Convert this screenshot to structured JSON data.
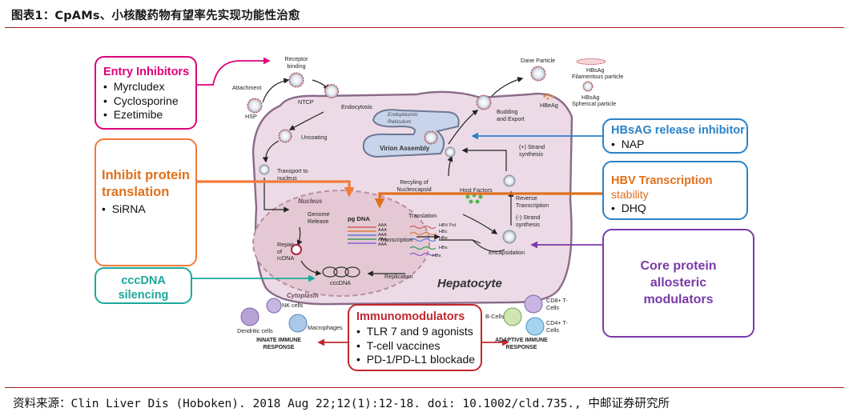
{
  "title": "图表1：CpAMs、小核酸药物有望率先实现功能性治愈",
  "source": "资料来源：Clin Liver Dis (Hoboken). 2018 Aug 22;12(1):12-18. doi: 10.1002/cld.735., 中邮证券研究所",
  "boxes": {
    "entry": {
      "heading": "Entry Inhibitors",
      "items": [
        "Myrcludex",
        "Cyclosporine",
        "Ezetimibe"
      ]
    },
    "translation": {
      "heading": "Inhibit protein translation",
      "items": [
        "SiRNA"
      ]
    },
    "cccdna": {
      "heading": "cccDNA silencing"
    },
    "release": {
      "heading": "HBsAG release inhibitor",
      "items": [
        "NAP"
      ]
    },
    "transcription": {
      "heading": "HBV Transcription",
      "sub": "stability",
      "items": [
        "DHQ"
      ]
    },
    "core": {
      "heading": "Core protein allosteric modulators"
    },
    "immuno": {
      "heading": "Immunomodulators",
      "items": [
        "TLR 7 and 9 agonists",
        "T-cell vaccines",
        "PD-1/PD-L1 blockade"
      ]
    }
  },
  "labels": {
    "receptor_binding": "Receptor binding",
    "attachment": "Attachment",
    "ntcp": "NTCP",
    "hsp": "HSP",
    "endocytosis": "Endocytosis",
    "uncoating": "Uncoating",
    "transport": "Transport to nucleus",
    "nucleus": "Nucleus",
    "genome_release": "Genome Release",
    "repair": "Repair of rcDNA",
    "cccdna": "cccDNA",
    "cytoplasm": "Cytoplasm",
    "hepatocyte": "Hepatocyte",
    "er": "Endoplasmic Reticulum",
    "virion_assembly": "Virion Assembly",
    "recycling": "Recyling of Nucleocapsid",
    "host_factors": "Host Factors",
    "pgdna": "pg DNA",
    "translation": "Translation",
    "transcription": "Transcription",
    "hbv_pol": "HBV Pol",
    "hbc": "HBc",
    "hbe": "HBe",
    "hbs": "HBs",
    "hbx": "HBx",
    "replication": "Replication",
    "encapsidation": "Encapsidation",
    "plus_strand": "(+) Strand synthesis",
    "reverse_tx": "Reverse Transcription",
    "minus_strand": "(-) Strand synthesis",
    "budding": "Budding and Export",
    "dane": "Dane Particle",
    "hbsag": "HBsAg",
    "filamentous": "Filamentous particle",
    "hbeag": "HBeAg",
    "spherical": "Spherical particle",
    "nk_cells": "NK cells",
    "dendritic": "Dendritic cells",
    "macrophages": "Macrophages",
    "innate": "INNATE IMMUNE RESPONSE",
    "b_cells": "B-Cells",
    "cd8": "CD8+ T-Cells",
    "cd4": "CD4+ T-Cells",
    "adaptive": "ADAPTIVE IMMUNE RESPONSE",
    "aaa": "AAA"
  },
  "colors": {
    "rule": "#b3202c",
    "entry": "#e0007a",
    "translation": "#f27a3a",
    "cccdna": "#1aa99a",
    "release": "#2a82c6",
    "transcription": "#e0701d",
    "core": "#7a3aa8",
    "immuno": "#c0272d",
    "cell_fill": "#ecdbe6",
    "cell_stroke": "#8a6a88",
    "nucleus_fill": "#e4c9d4",
    "er_fill": "#c8d4ea"
  }
}
